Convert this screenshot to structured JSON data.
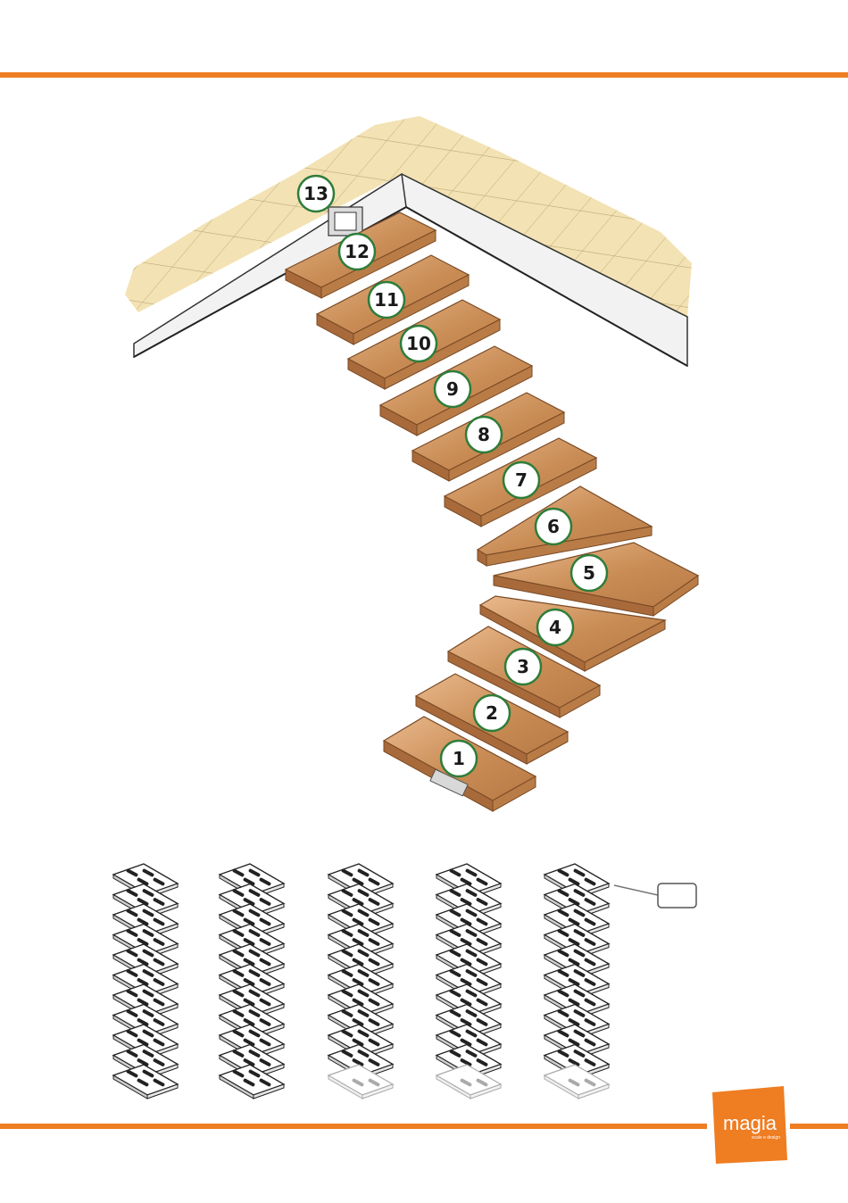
{
  "colors": {
    "accent": "#ef7d22",
    "tread": "#c98c55",
    "tread_edge": "#9a6437",
    "floor": "#f3e2b3",
    "circle_stroke": "#2e7d3a",
    "wall": "#f2f2f2"
  },
  "diagram": {
    "step_numbers": [
      "1",
      "2",
      "3",
      "4",
      "5",
      "6",
      "7",
      "8",
      "9",
      "10",
      "11",
      "12",
      "13"
    ],
    "callout_label": ""
  },
  "logo": {
    "word": "magia",
    "tagline": "scale e design"
  }
}
